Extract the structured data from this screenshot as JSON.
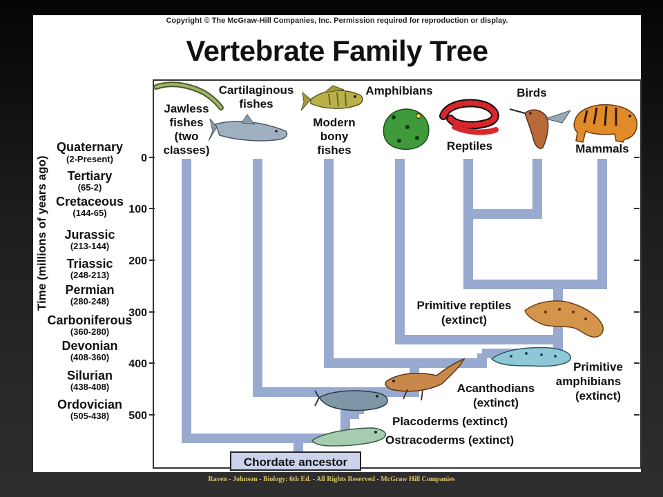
{
  "copyright": "Copyright © The McGraw-Hill Companies, Inc. Permission required for reproduction or display.",
  "title": "Vertebrate Family Tree",
  "footer": "Raven - Johnson - Biology: 6th Ed. - All Rights Reserved - McGraw Hill Companies",
  "axis": {
    "label": "Time (millions of years ago)",
    "ticks": [
      "0",
      "100",
      "200",
      "300",
      "400",
      "500"
    ]
  },
  "periods": [
    {
      "name": "Quaternary",
      "range": "(2-Present)"
    },
    {
      "name": "Tertiary",
      "range": "(65-2)"
    },
    {
      "name": "Cretaceous",
      "range": "(144-65)"
    },
    {
      "name": "Jurassic",
      "range": "(213-144)"
    },
    {
      "name": "Triassic",
      "range": "(248-213)"
    },
    {
      "name": "Permian",
      "range": "(280-248)"
    },
    {
      "name": "Carboniferous",
      "range": "(360-280)"
    },
    {
      "name": "Devonian",
      "range": "(408-360)"
    },
    {
      "name": "Silurian",
      "range": "(438-408)"
    },
    {
      "name": "Ordovician",
      "range": "(505-438)"
    }
  ],
  "groups": {
    "jawless": [
      "Jawless",
      "fishes",
      "(two",
      "classes)"
    ],
    "cartilaginous": [
      "Cartilaginous",
      "fishes"
    ],
    "bony": [
      "Modern",
      "bony",
      "fishes"
    ],
    "amphibians": "Amphibians",
    "reptiles": "Reptiles",
    "birds": "Birds",
    "mammals": "Mammals"
  },
  "extinct": {
    "primitive_reptiles": [
      "Primitive reptiles",
      "(extinct)"
    ],
    "primitive_amphibians": [
      "Primitive",
      "amphibians",
      "(extinct)"
    ],
    "acanthodians": [
      "Acanthodians",
      "(extinct)"
    ],
    "placoderms": "Placoderms (extinct)",
    "ostracoderms": "Ostracoderms (extinct)"
  },
  "root": "Chordate ancestor",
  "colors": {
    "branch": "#98aad0",
    "root_box": "#c9d4ec",
    "text_dark": "#111111",
    "footer_text": "#d9c56c"
  }
}
